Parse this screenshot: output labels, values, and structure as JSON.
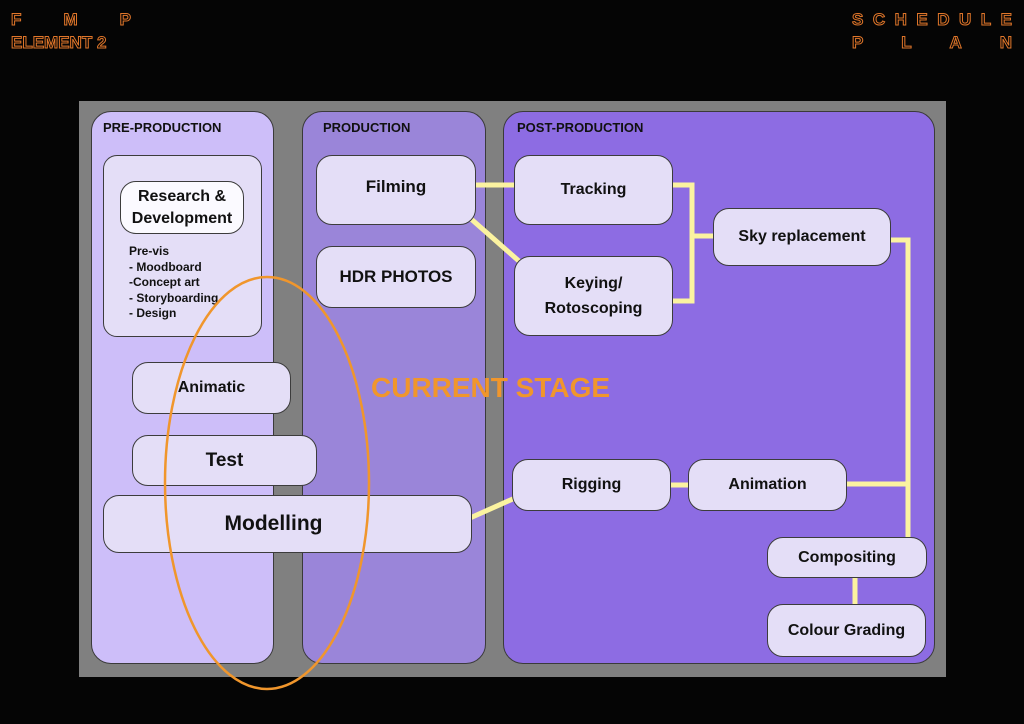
{
  "header": {
    "left_line1": [
      "F",
      "M",
      "P"
    ],
    "left_line2": "ELEMENT 2",
    "right_line1": [
      "S",
      "C",
      "H",
      "E",
      "D",
      "U",
      "L",
      "E"
    ],
    "right_line2": [
      "P",
      "L",
      "A",
      "N"
    ]
  },
  "columns": {
    "pre": "PRE-PRODUCTION",
    "prod": "PRODUCTION",
    "post": "POST-PRODUCTION"
  },
  "nodes": {
    "research": "Research & Development",
    "previs_notes": "Pre-vis\n- Moodboard\n-Concept art\n- Storyboarding\n- Design",
    "animatic": "Animatic",
    "test": "Test",
    "modelling": "Modelling",
    "filming": "Filming",
    "hdr": "HDR PHOTOS",
    "tracking": "Tracking",
    "keying": "Keying/ Rotoscoping",
    "sky": "Sky replacement",
    "rigging": "Rigging",
    "animation": "Animation",
    "compositing": "Compositing",
    "grading": "Colour Grading"
  },
  "current_stage": "CURRENT STAGE",
  "colors": {
    "background": "#050505",
    "frame": "#808080",
    "pre_column": "#cdbef9",
    "production_column": "#9a85d9",
    "post_column": "#8d6ce3",
    "node_fill": "#e4def7",
    "connector": "#fbf3a0",
    "accent_orange": "#f0962c"
  }
}
